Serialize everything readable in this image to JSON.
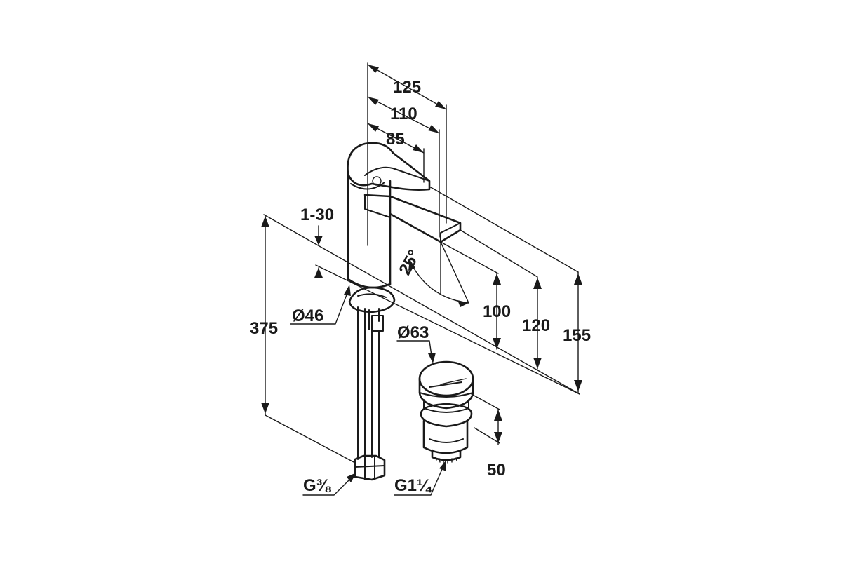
{
  "dimensions": {
    "overall_reach": "125",
    "spout_reach": "110",
    "lever_reach": "85",
    "deck_thickness": "1-30",
    "spout_angle": "25°",
    "spout_height": "100",
    "lever_height": "120",
    "total_height": "155",
    "hose_length": "375",
    "body_diameter": "Ø46",
    "waste_diameter": "Ø63",
    "waste_height": "50",
    "hose_thread": "G⅜",
    "waste_thread": "G1¼"
  },
  "colors": {
    "line": "#1a1a1a",
    "background": "#ffffff"
  }
}
